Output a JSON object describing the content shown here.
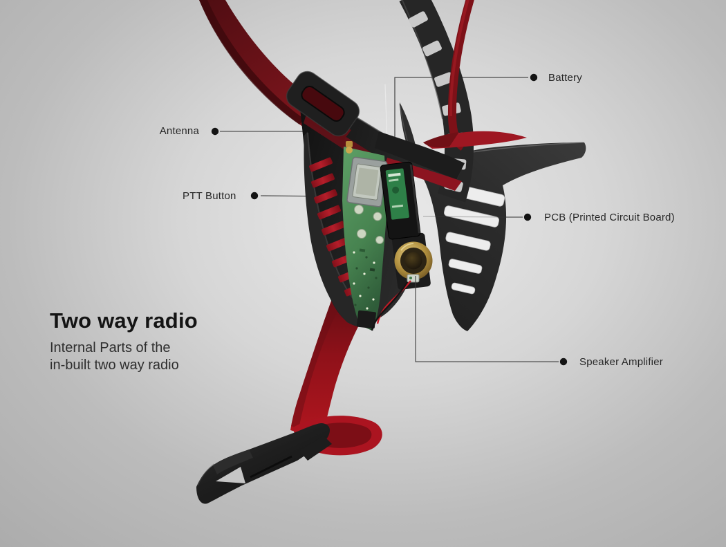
{
  "title": {
    "heading": "Two way radio",
    "subtitle": [
      "Internal Parts of the",
      "in-built two way radio"
    ]
  },
  "callouts": {
    "battery": {
      "label": "Battery"
    },
    "antenna": {
      "label": "Antenna"
    },
    "ptt": {
      "label": "PTT Button"
    },
    "pcb": {
      "label": "PCB (Printed Circuit Board)"
    },
    "speaker": {
      "label": "Speaker Amplifier"
    }
  },
  "colors": {
    "background_edge": "#a8a8a8",
    "background_center": "#e9e9e9",
    "strap_red": "#a8141f",
    "strap_dark_red": "#5f0d13",
    "device_black": "#1d1d1d",
    "bracket_gray": "#2e2e2e",
    "pcb_green": "#4e8a55",
    "battery_label_green": "#2e8048",
    "speaker_gold": "#bb9a4a",
    "label_text": "#262626",
    "leader_line": "#3c3c3c"
  }
}
